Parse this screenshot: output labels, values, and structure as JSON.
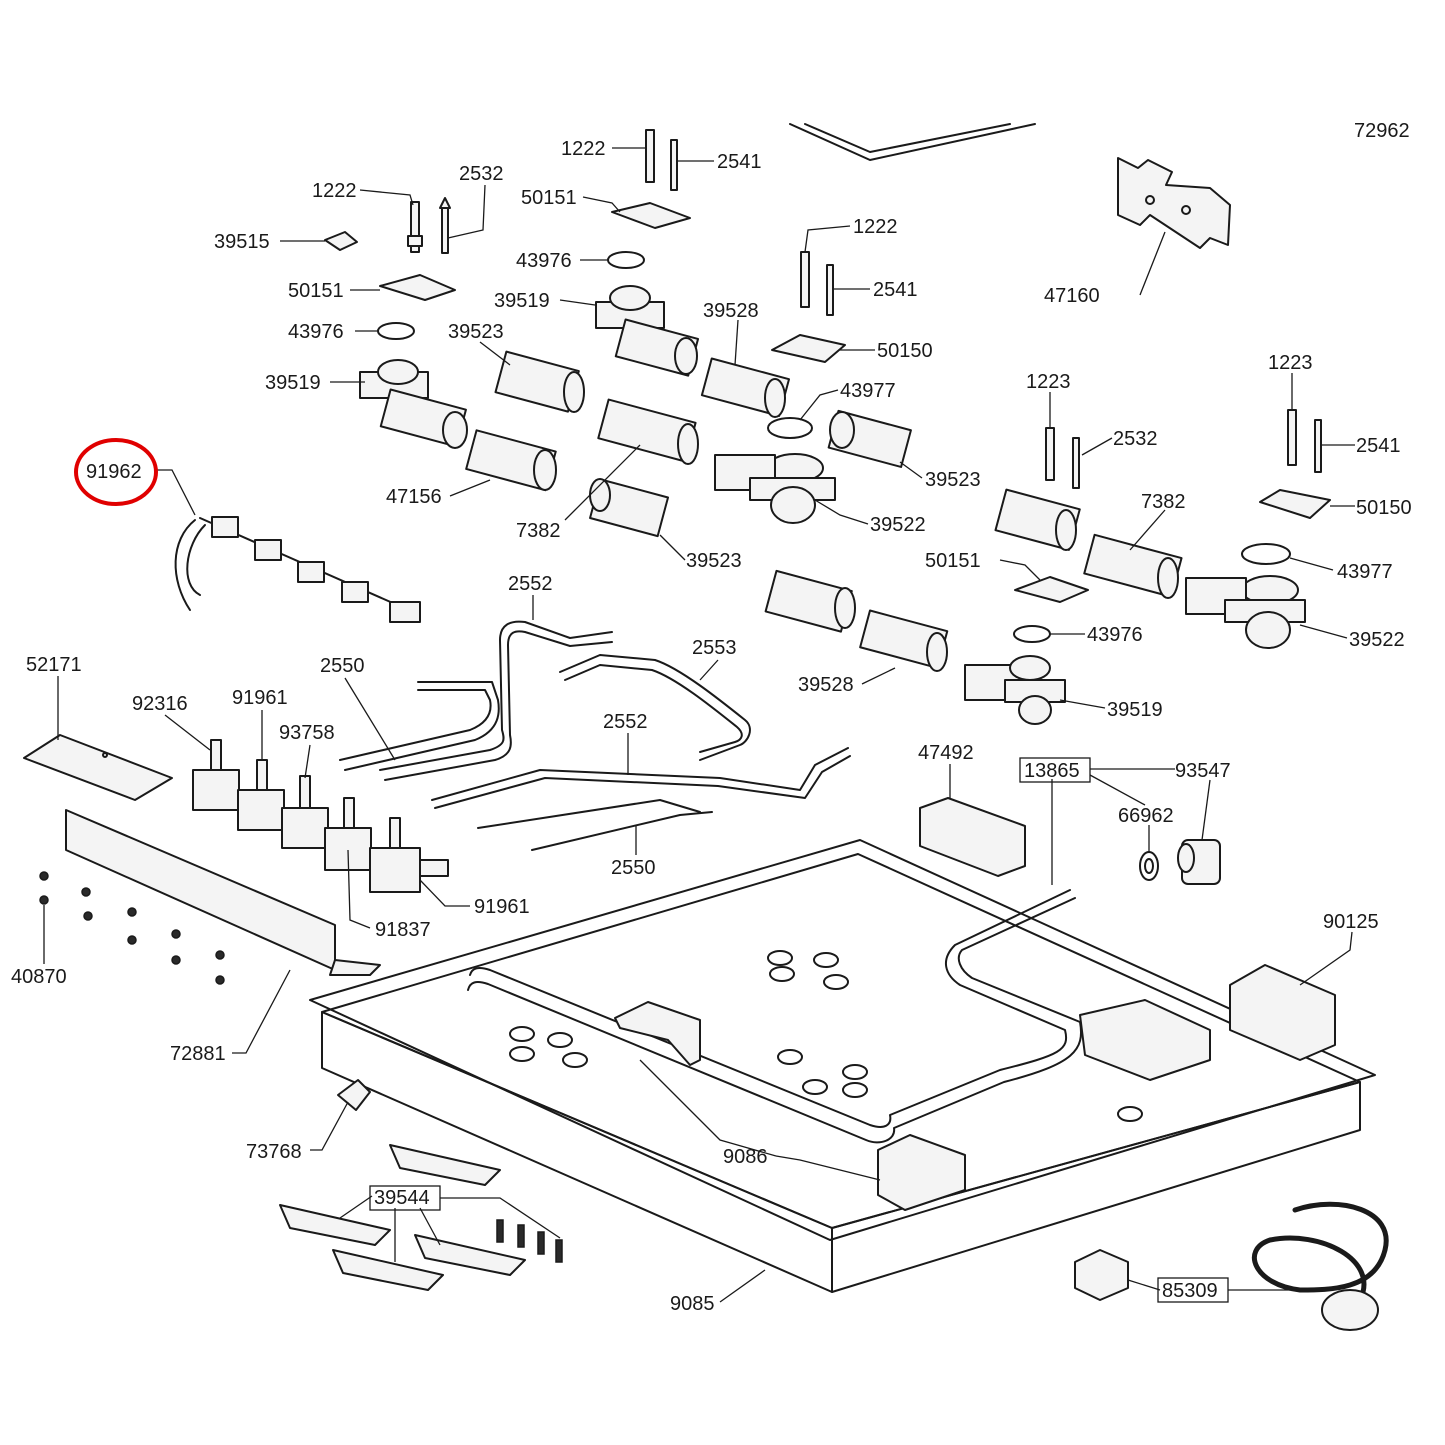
{
  "diagram": {
    "page_ref": "72962",
    "highlight_color": "#e00000",
    "highlighted_part": "91962",
    "labels": {
      "l1222a": "1222",
      "l2532a": "2532",
      "l39515": "39515",
      "l50151a": "50151",
      "l43976a": "43976",
      "l39523a": "39523",
      "l39519a": "39519",
      "l47156": "47156",
      "l91962": "91962",
      "l1222b": "1222",
      "l2541a": "2541",
      "l50151b": "50151",
      "l43976b": "43976",
      "l39519b": "39519",
      "l39528a": "39528",
      "l7382a": "7382",
      "l1222c": "1222",
      "l2541b": "2541",
      "l50150a": "50150",
      "l43977a": "43977",
      "l39523b": "39523",
      "l39522a": "39522",
      "l39523c": "39523",
      "l47160": "47160",
      "l1223a": "1223",
      "l2532b": "2532",
      "l7382b": "7382",
      "l50151c": "50151",
      "l1223b": "1223",
      "l2541c": "2541",
      "l50150b": "50150",
      "l43977b": "43977",
      "l39522b": "39522",
      "l43976c": "43976",
      "l39528b": "39528",
      "l39519c": "39519",
      "l2552a": "2552",
      "l2553": "2553",
      "l2550a": "2550",
      "l2552b": "2552",
      "l2550b": "2550",
      "l52171": "52171",
      "l92316": "92316",
      "l91961a": "91961",
      "l93758": "93758",
      "l91837": "91837",
      "l91961b": "91961",
      "l40870": "40870",
      "l72881": "72881",
      "l47492": "47492",
      "l13865": "13865",
      "l93547": "93547",
      "l66962": "66962",
      "l90125": "90125",
      "l73768": "73768",
      "l9086": "9086",
      "l39544": "39544",
      "l9085": "9085",
      "l85309": "85309"
    }
  }
}
